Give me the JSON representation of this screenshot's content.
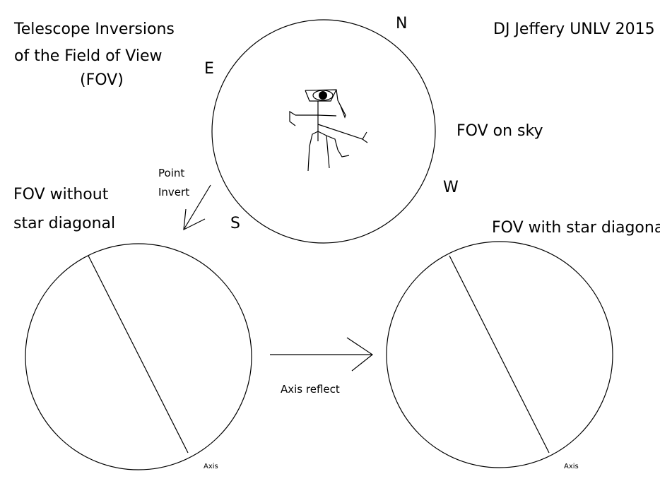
{
  "title": {
    "line1": "Telescope Inversions",
    "line2": "of the Field of View",
    "line3": "(FOV)"
  },
  "credit": "DJ Jeffery UNLV 2015",
  "compass": {
    "north": "N",
    "east": "E",
    "west": "W",
    "south": "S"
  },
  "sky_fov_label": "FOV on sky",
  "point_invert": {
    "line1": "Point",
    "line2": "Invert"
  },
  "no_diagonal": {
    "line1": "FOV without",
    "line2": "star diagonal"
  },
  "with_diagonal_label": "FOV with star diagonal",
  "axis_reflect_label": "Axis reflect",
  "axis_label_left": "Axis",
  "axis_label_right": "Axis"
}
